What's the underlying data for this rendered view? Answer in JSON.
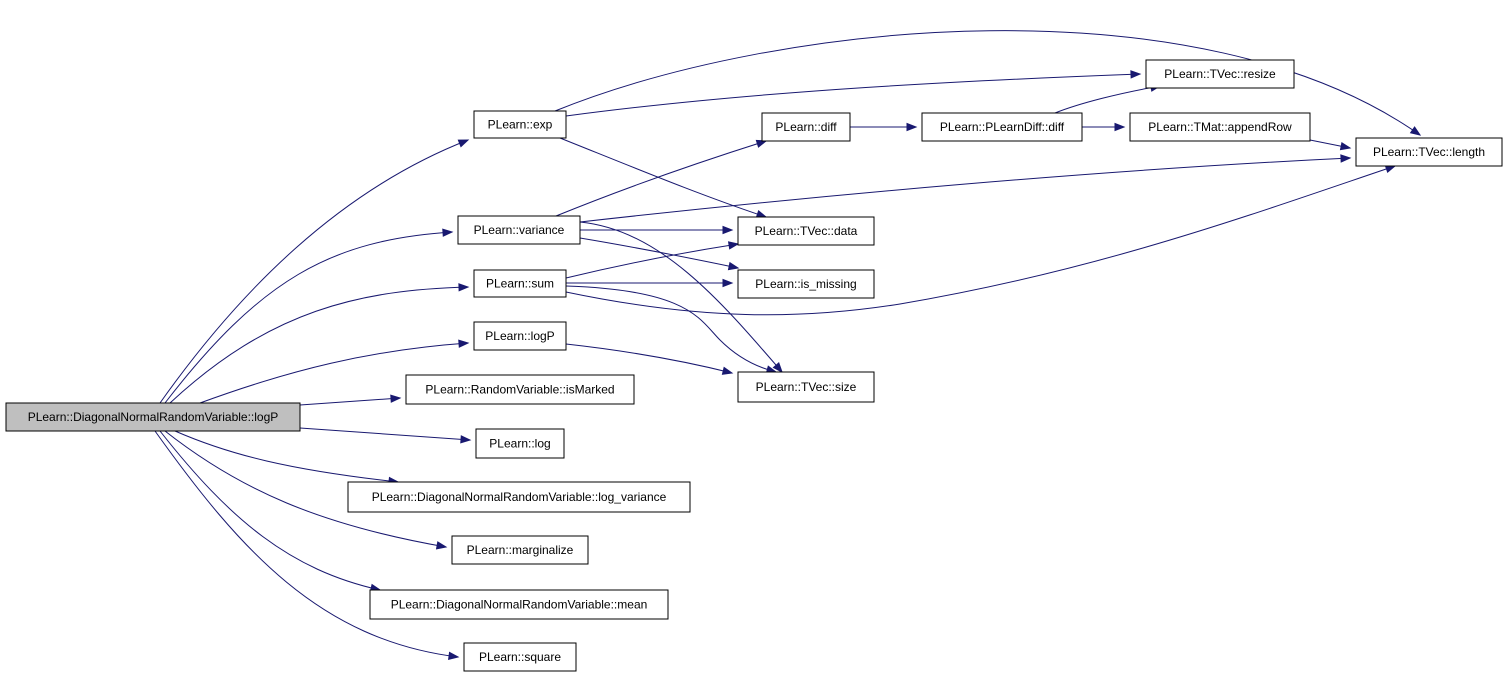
{
  "graph": {
    "colors": {
      "edge": "#191970",
      "node_border": "#000000",
      "root_fill": "#bfbfbf",
      "node_fill": "#ffffff"
    },
    "nodes": [
      {
        "id": "root",
        "label": "PLearn::DiagonalNormalRandomVariable::logP",
        "root": true
      },
      {
        "id": "exp",
        "label": "PLearn::exp"
      },
      {
        "id": "variance",
        "label": "PLearn::variance"
      },
      {
        "id": "sum",
        "label": "PLearn::sum"
      },
      {
        "id": "logP2",
        "label": "PLearn::logP"
      },
      {
        "id": "isMarked",
        "label": "PLearn::RandomVariable::isMarked"
      },
      {
        "id": "log",
        "label": "PLearn::log"
      },
      {
        "id": "log_variance",
        "label": "PLearn::DiagonalNormalRandomVariable::log_variance"
      },
      {
        "id": "marginalize",
        "label": "PLearn::marginalize"
      },
      {
        "id": "mean",
        "label": "PLearn::DiagonalNormalRandomVariable::mean"
      },
      {
        "id": "square",
        "label": "PLearn::square"
      },
      {
        "id": "diff",
        "label": "PLearn::diff"
      },
      {
        "id": "data",
        "label": "PLearn::TVec::data"
      },
      {
        "id": "is_missing",
        "label": "PLearn::is_missing"
      },
      {
        "id": "size",
        "label": "PLearn::TVec::size"
      },
      {
        "id": "pdiff",
        "label": "PLearn::PLearnDiff::diff"
      },
      {
        "id": "resize",
        "label": "PLearn::TVec::resize"
      },
      {
        "id": "appendRow",
        "label": "PLearn::TMat::appendRow"
      },
      {
        "id": "length",
        "label": "PLearn::TVec::length"
      }
    ],
    "edges": [
      {
        "from": "root",
        "to": "exp"
      },
      {
        "from": "root",
        "to": "variance"
      },
      {
        "from": "root",
        "to": "sum"
      },
      {
        "from": "root",
        "to": "logP2"
      },
      {
        "from": "root",
        "to": "isMarked"
      },
      {
        "from": "root",
        "to": "log"
      },
      {
        "from": "root",
        "to": "log_variance"
      },
      {
        "from": "root",
        "to": "marginalize"
      },
      {
        "from": "root",
        "to": "mean"
      },
      {
        "from": "root",
        "to": "square"
      },
      {
        "from": "exp",
        "to": "resize"
      },
      {
        "from": "exp",
        "to": "length"
      },
      {
        "from": "exp",
        "to": "data"
      },
      {
        "from": "variance",
        "to": "diff"
      },
      {
        "from": "variance",
        "to": "data"
      },
      {
        "from": "variance",
        "to": "is_missing"
      },
      {
        "from": "variance",
        "to": "size"
      },
      {
        "from": "variance",
        "to": "length"
      },
      {
        "from": "sum",
        "to": "data"
      },
      {
        "from": "sum",
        "to": "is_missing"
      },
      {
        "from": "sum",
        "to": "size"
      },
      {
        "from": "sum",
        "to": "length"
      },
      {
        "from": "logP2",
        "to": "size"
      },
      {
        "from": "diff",
        "to": "pdiff"
      },
      {
        "from": "pdiff",
        "to": "appendRow"
      },
      {
        "from": "pdiff",
        "to": "resize"
      },
      {
        "from": "appendRow",
        "to": "length"
      }
    ]
  }
}
